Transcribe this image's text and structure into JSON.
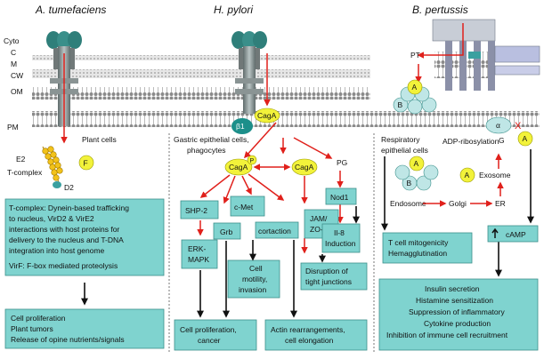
{
  "organisms": {
    "tumefaciens": "A. tumefaciens",
    "pylori": "H. pylori",
    "pertussis": "B. pertussis"
  },
  "layers": {
    "cyto": "Cyto",
    "c": "C",
    "m": "M",
    "cw": "CW",
    "om": "OM",
    "pm": "PM"
  },
  "tumefaciens": {
    "plant_cells": "Plant cells",
    "e2": "E2",
    "t_complex": "T-complex",
    "d2": "D2",
    "f": "F",
    "box1": [
      "T-complex: Dynein-based trafficking",
      "to nucleus, VirD2 & VirE2",
      "interactions with host proteins for",
      "delivery to the nucleus and T-DNA",
      "integration into host genome"
    ],
    "box1_virf": "VirF: F-box mediated proteolysis",
    "box2": [
      "Cell proliferation",
      "Plant tumors",
      "Release of opine nutrients/signals"
    ]
  },
  "pylori": {
    "beta1": "β1",
    "caga_top": "CagA",
    "cells_label": [
      "Gastric epithelial cells,",
      "phagocytes"
    ],
    "caga_p": "CagA",
    "p": "P",
    "caga_right": "CagA",
    "pg": "PG",
    "shp2": "SHP-2",
    "cmet": "c-Met",
    "nod1": "Nod1",
    "grb": "Grb",
    "cortaction": "cortaction",
    "jam": [
      "JAM/",
      "ZO-1"
    ],
    "erk": [
      "ERK-",
      "MAPK"
    ],
    "il8": [
      "Il-8",
      "Induction"
    ],
    "motility": [
      "Cell",
      "motility,",
      "invasion"
    ],
    "tight": [
      "Disruption of",
      "tight junctions"
    ],
    "prolif": [
      "Cell proliferation,",
      "cancer"
    ],
    "actin": [
      "Actin rearrangements,",
      "cell elongation"
    ]
  },
  "pertussis": {
    "pt": "PT",
    "toxin_a": "A",
    "toxin_b": "B",
    "resp": [
      "Respiratory",
      "epithelial cells"
    ],
    "adp": "ADP-ribosylation",
    "alpha": "α",
    "g": "G",
    "a": "A",
    "x": "X",
    "exosome": "Exosome",
    "endosome": "Endosome",
    "golgi": "Golgi",
    "er": "ER",
    "camp": "cAMP",
    "tcell": [
      "T cell mitogenicity",
      "Hemagglutination"
    ],
    "effects": [
      "Insulin secretion",
      "Histamine sensitization",
      "Suppression of inflammatory",
      "Cytokine production",
      "Inhibition of immune cell recruitment"
    ]
  },
  "colors": {
    "box": "#7fd3cf",
    "arrow": "#e0201b",
    "caga": "#f2f23a",
    "beta1": "#1c8f8a",
    "toxin": "#bfe6e6"
  }
}
